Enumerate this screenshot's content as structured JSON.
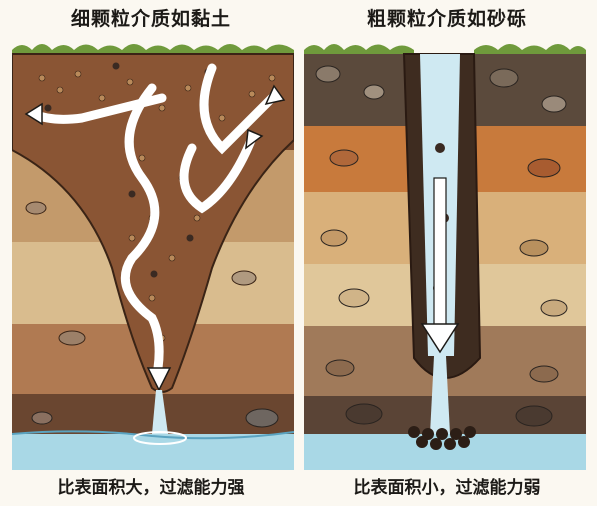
{
  "left_panel": {
    "title": "细颗粒介质如黏土",
    "caption": "比表面积大，过滤能力强",
    "colors": {
      "accent": "#ffffff",
      "soil_dark": "#7a4a2c",
      "water": "#a9d8e6"
    }
  },
  "right_panel": {
    "title": "粗颗粒介质如砂砾",
    "caption": "比表面积小，过滤能力弱",
    "colors": {
      "accent": "#ffffff",
      "soil_dark": "#5b4a3c",
      "water": "#a9d8e6"
    }
  }
}
